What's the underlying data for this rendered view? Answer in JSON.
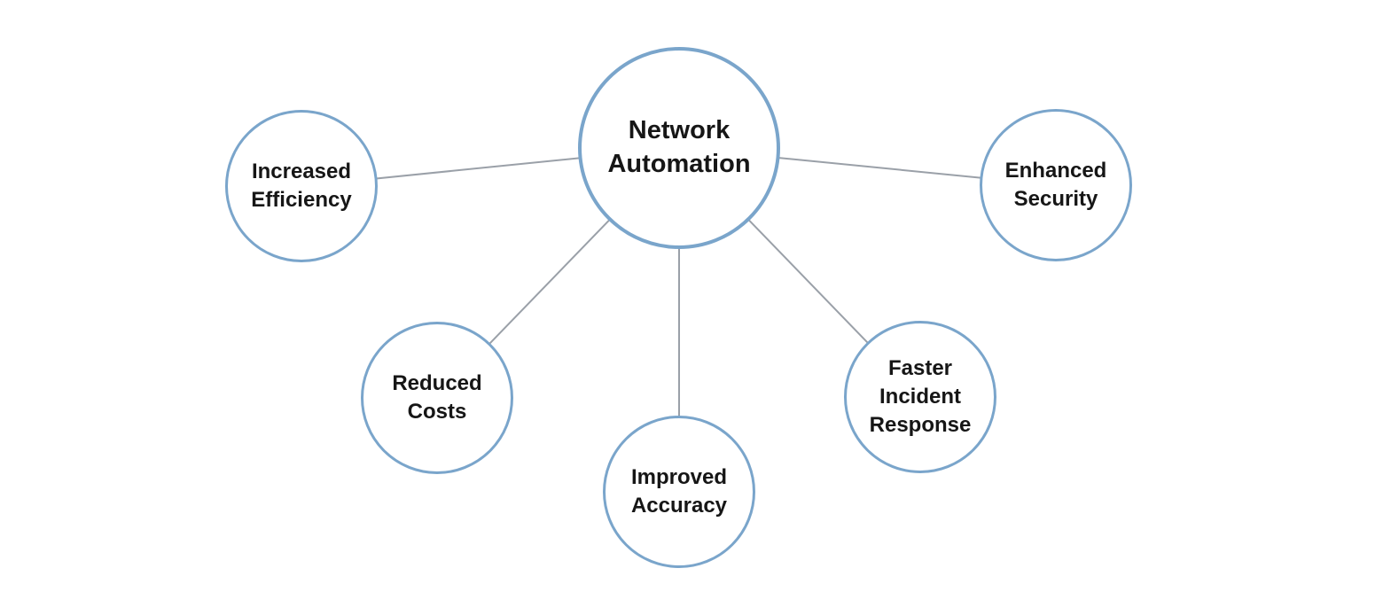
{
  "diagram": {
    "colors": {
      "background": "#ffffff",
      "node_border": "#7aa5cb",
      "node_fill": "#ffffff",
      "connector": "#9aa0a8",
      "text": "#161616"
    },
    "center": {
      "label": "Network\nAutomation"
    },
    "nodes": [
      {
        "label": "Increased\nEfficiency"
      },
      {
        "label": "Reduced\nCosts"
      },
      {
        "label": "Improved\nAccuracy"
      },
      {
        "label": "Faster\nIncident\nResponse"
      },
      {
        "label": "Enhanced\nSecurity"
      }
    ]
  }
}
